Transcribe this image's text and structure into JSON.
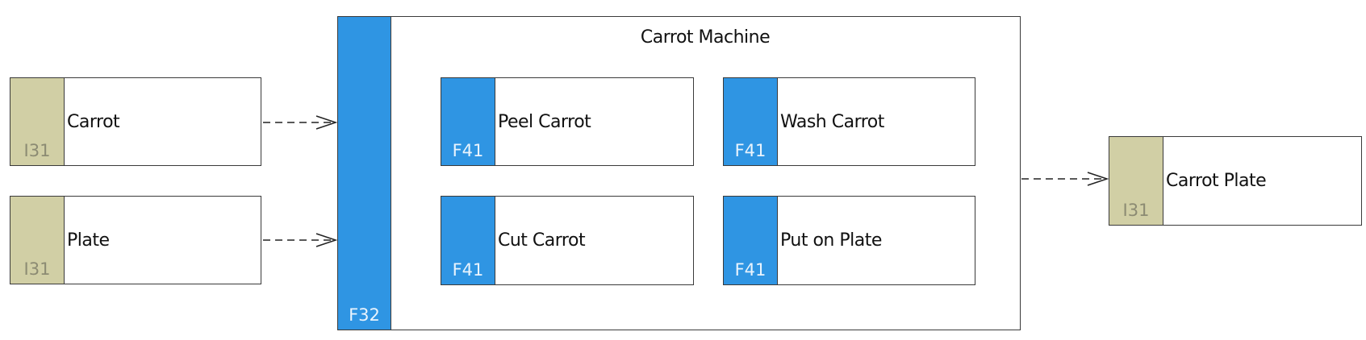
{
  "inputs": {
    "carrot": {
      "label": "Carrot",
      "code": "I31"
    },
    "plate": {
      "label": "Plate",
      "code": "I31"
    }
  },
  "machine": {
    "title": "Carrot Machine",
    "code": "F32",
    "functions": {
      "peel": {
        "label": "Peel Carrot",
        "code": "F41"
      },
      "wash": {
        "label": "Wash Carrot",
        "code": "F41"
      },
      "cut": {
        "label": "Cut Carrot",
        "code": "F41"
      },
      "plate": {
        "label": "Put on Plate",
        "code": "F41"
      }
    }
  },
  "output": {
    "label": "Carrot Plate",
    "code": "I31"
  },
  "colors": {
    "function_strip": "#2f95e3",
    "item_strip": "#d1cfa5",
    "border": "#3a3a3a"
  }
}
